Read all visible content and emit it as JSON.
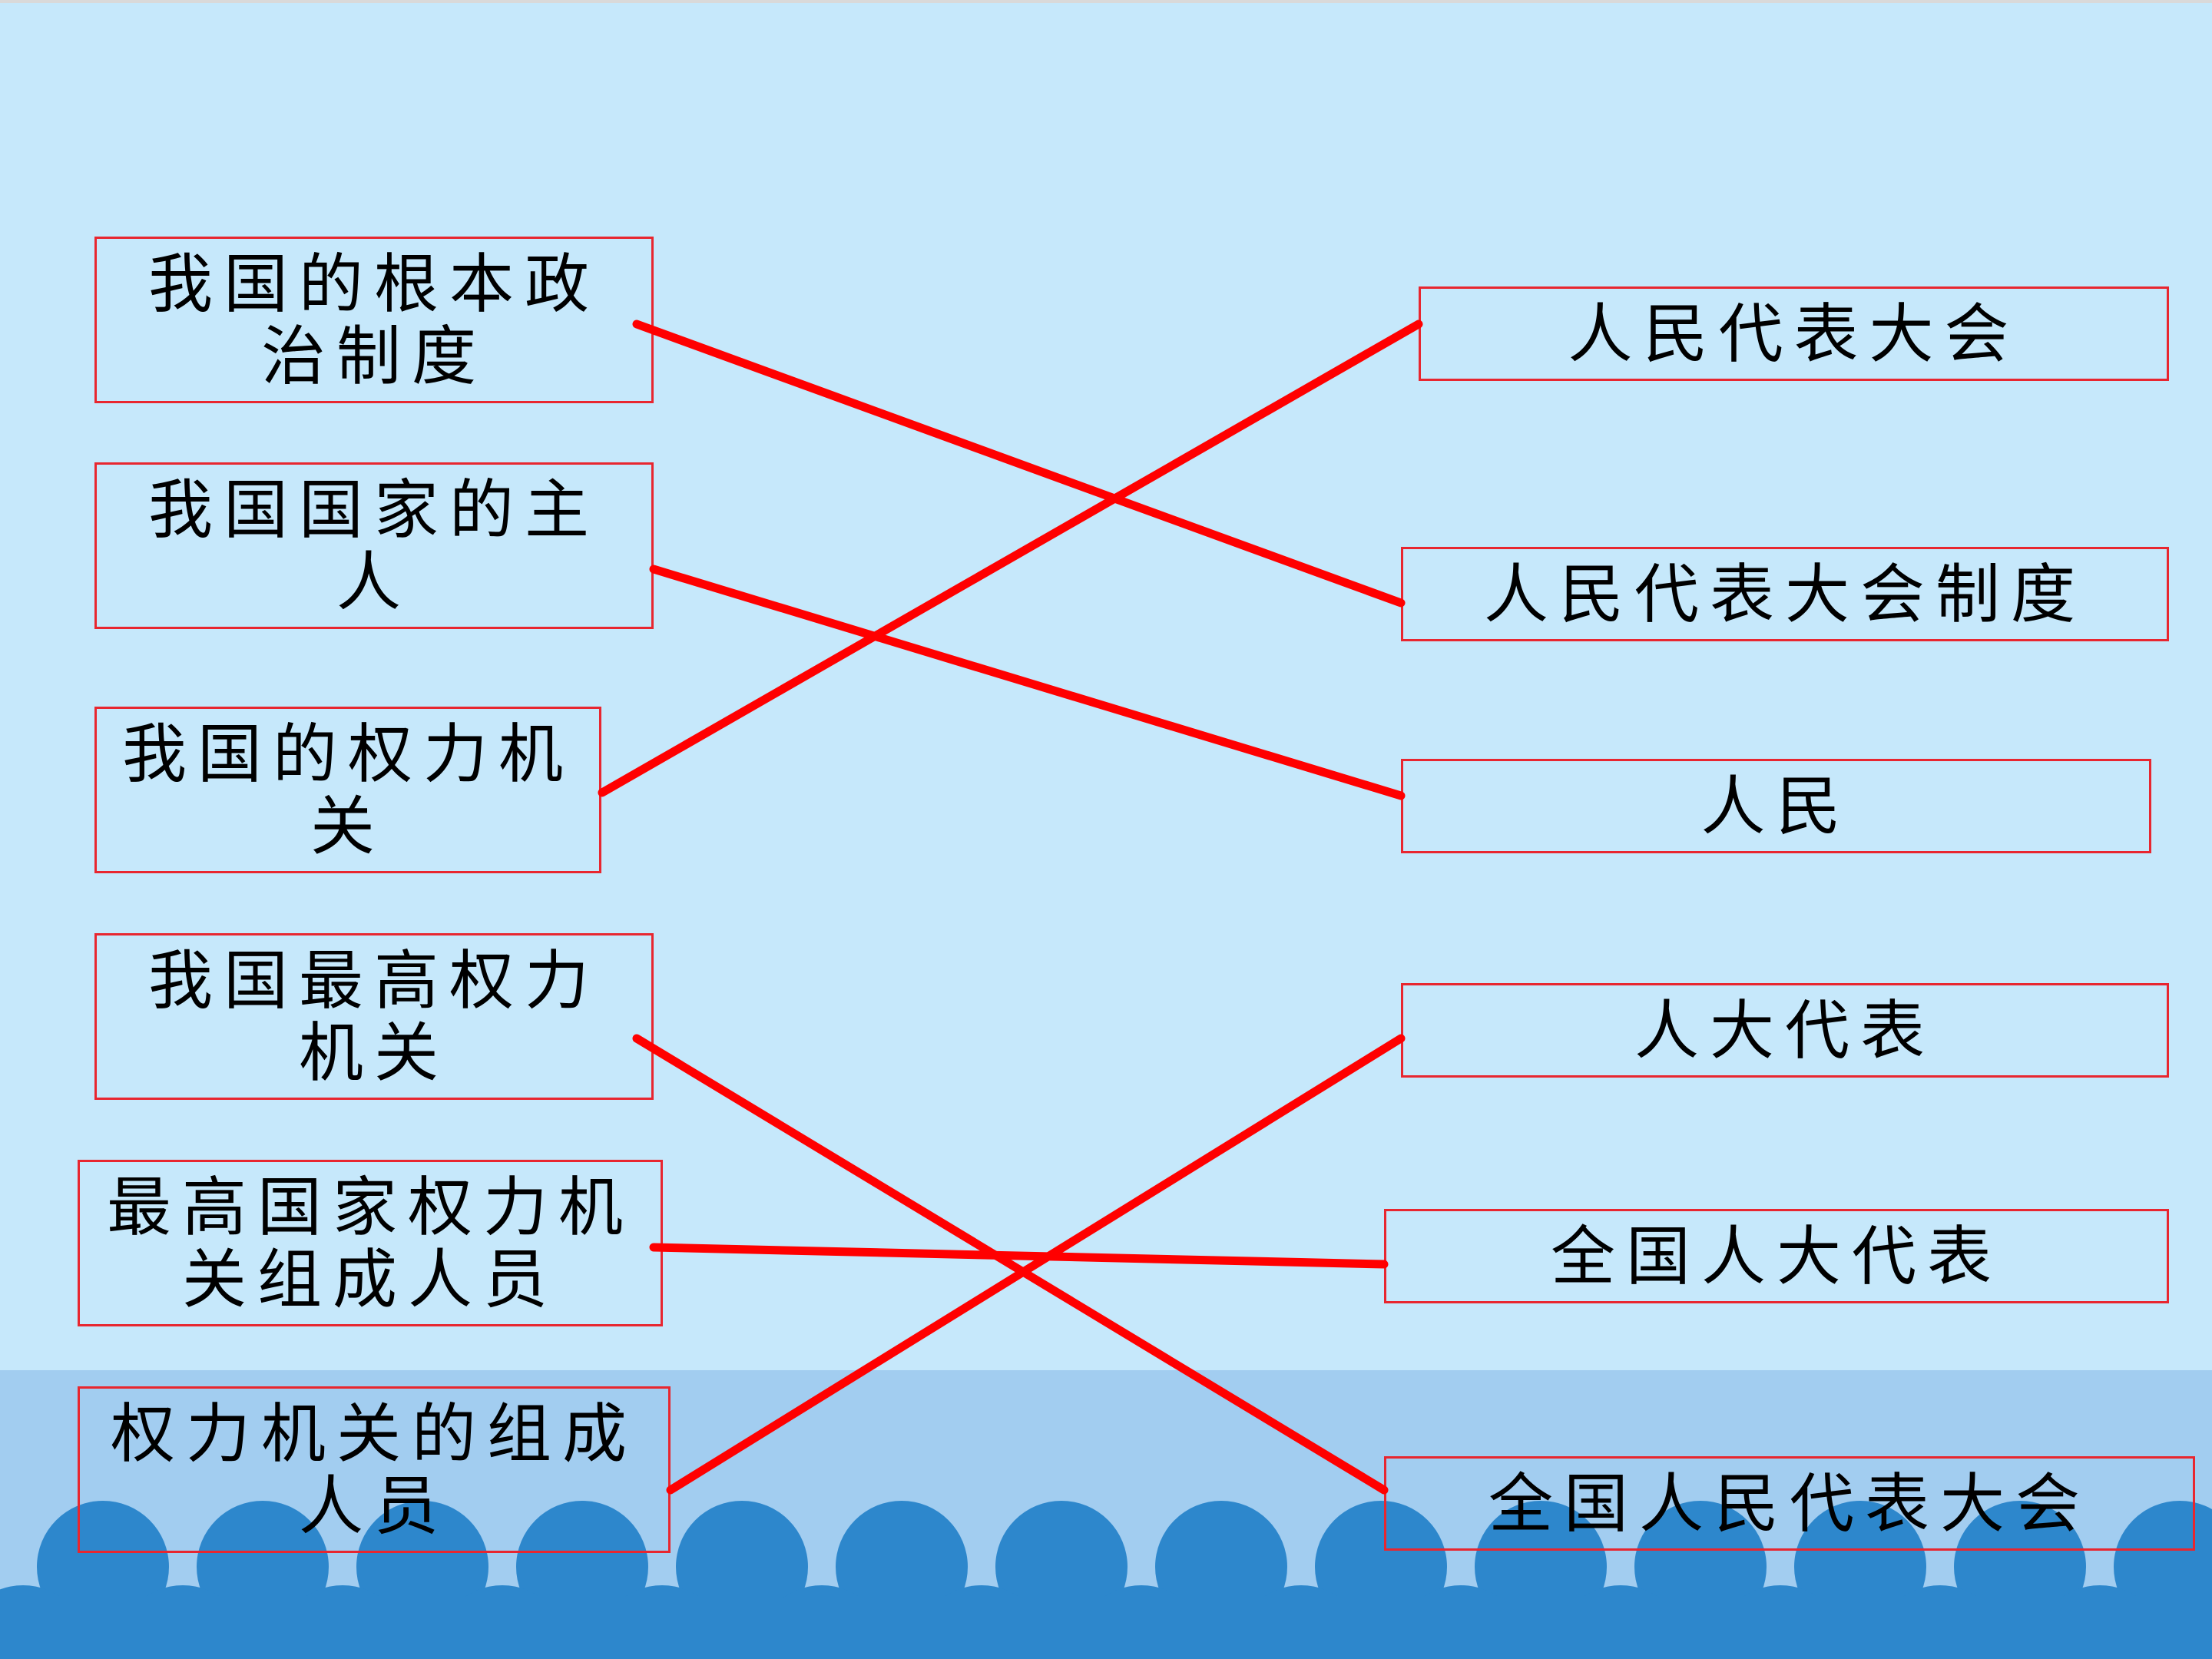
{
  "left_items": [
    {
      "label": "我国的根本政治制度"
    },
    {
      "label": "我国国家的主人"
    },
    {
      "label": "我国的权力机关"
    },
    {
      "label": "我国最高权力机关"
    },
    {
      "label": "最高国家权力机关组成人员"
    },
    {
      "label": "权力机关的组成人员"
    }
  ],
  "right_items": [
    {
      "label": "人民代表大会"
    },
    {
      "label": "人民代表大会制度"
    },
    {
      "label": "人民"
    },
    {
      "label": "人大代表"
    },
    {
      "label": "全国人大代表"
    },
    {
      "label": "全国人民代表大会"
    }
  ],
  "connections": [
    {
      "from": "我国的根本政治制度",
      "to": "人民代表大会制度"
    },
    {
      "from": "我国国家的主人",
      "to": "人民"
    },
    {
      "from": "我国的权力机关",
      "to": "人民代表大会"
    },
    {
      "from": "我国最高权力机关",
      "to": "全国人民代表大会"
    },
    {
      "from": "最高国家权力机关组成人员",
      "to": "全国人大代表"
    },
    {
      "from": "权力机关的组成人员",
      "to": "人大代表"
    }
  ],
  "colors": {
    "background": "#c6e8fb",
    "band": "#a2cdf0",
    "scallop": "#2d87cc",
    "line": "#ff0000",
    "box_border": "#e8262f"
  }
}
